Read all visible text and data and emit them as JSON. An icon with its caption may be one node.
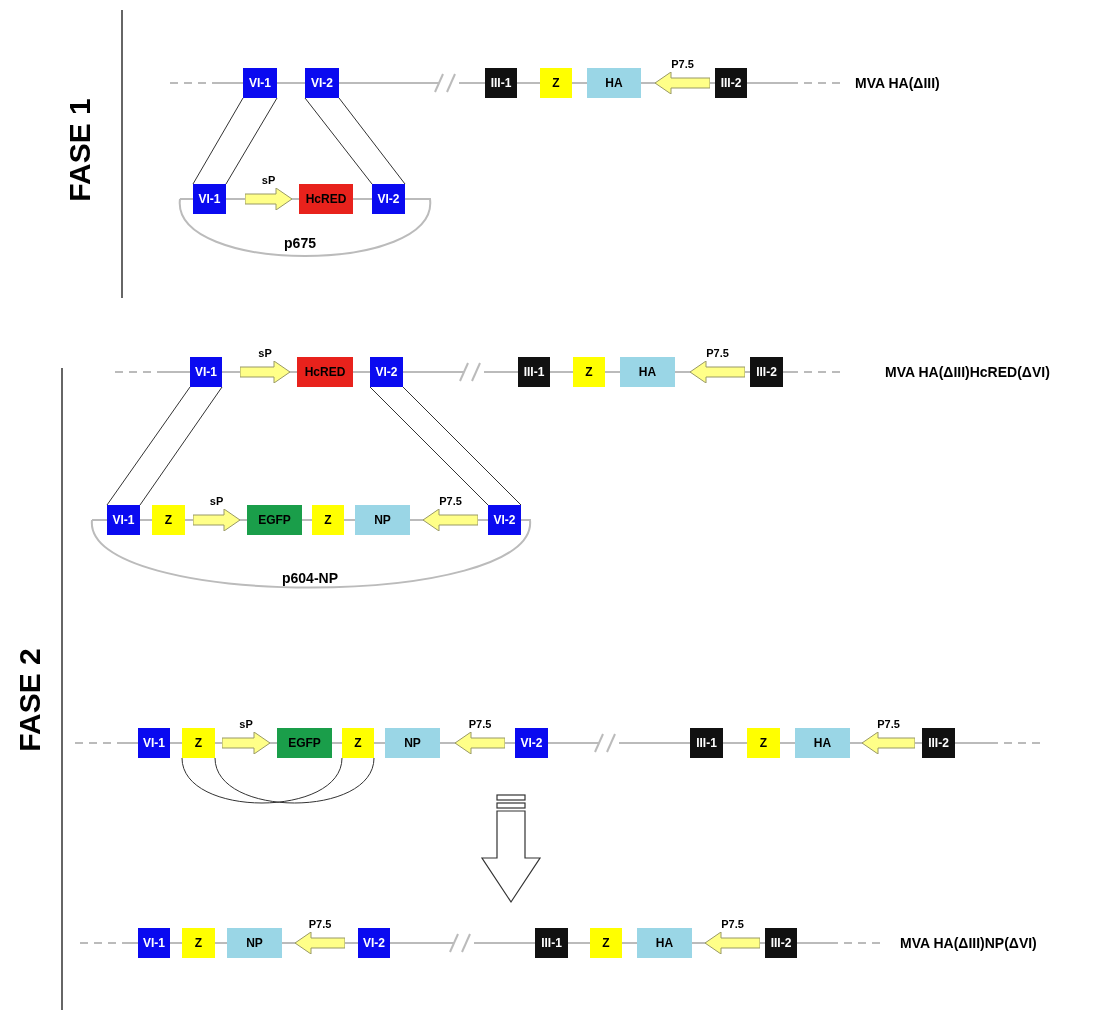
{
  "diagram": {
    "nodes": [
      {
        "text": [
          "VI-1"
        ]
      },
      {
        "text": [
          "VI-2"
        ]
      },
      {
        "text": [
          "III-1"
        ]
      },
      {
        "text": [
          "Z"
        ]
      },
      {
        "text": [
          "HA"
        ]
      },
      {
        "text": [],
        "shape": "arrow",
        "beside": [
          "P7.5"
        ]
      },
      {
        "text": [
          "III-2"
        ]
      },
      {
        "text": [
          "VI-1"
        ]
      },
      {
        "text": [],
        "shape": "arrow",
        "beside": [
          "sP"
        ]
      },
      {
        "text": [
          "HcRED"
        ]
      },
      {
        "text": [
          "VI-2"
        ]
      },
      {
        "text": [
          "VI-1"
        ]
      },
      {
        "text": [],
        "shape": "arrow",
        "beside": [
          "sP"
        ]
      },
      {
        "text": [
          "HcRED"
        ]
      },
      {
        "text": [
          "VI-2"
        ]
      },
      {
        "text": [
          "III-1"
        ]
      },
      {
        "text": [
          "Z"
        ]
      },
      {
        "text": [
          "HA"
        ]
      },
      {
        "text": [],
        "shape": "arrow",
        "beside": [
          "P7.5"
        ]
      },
      {
        "text": [
          "III-2"
        ]
      },
      {
        "text": [
          "VI-1"
        ]
      },
      {
        "text": [
          "Z"
        ]
      },
      {
        "text": [],
        "shape": "arrow",
        "beside": [
          "sP"
        ]
      },
      {
        "text": [
          "EGFP"
        ]
      },
      {
        "text": [
          "Z"
        ]
      },
      {
        "text": [
          "NP"
        ]
      },
      {
        "text": [],
        "shape": "arrow",
        "beside": [
          "P7.5"
        ]
      },
      {
        "text": [
          "VI-2"
        ]
      },
      {
        "text": [
          "VI-1"
        ]
      },
      {
        "text": [
          "Z"
        ]
      },
      {
        "text": [],
        "shape": "arrow",
        "beside": [
          "sP"
        ]
      },
      {
        "text": [
          "EGFP"
        ]
      },
      {
        "text": [
          "Z"
        ]
      },
      {
        "text": [
          "NP"
        ]
      },
      {
        "text": [],
        "shape": "arrow",
        "beside": [
          "P7.5"
        ]
      },
      {
        "text": [
          "VI-2"
        ]
      },
      {
        "text": [
          "III-1"
        ]
      },
      {
        "text": [
          "Z"
        ]
      },
      {
        "text": [
          "HA"
        ]
      },
      {
        "text": [],
        "shape": "arrow",
        "beside": [
          "P7.5"
        ]
      },
      {
        "text": [
          "III-2"
        ]
      },
      {
        "text": [
          "VI-1"
        ]
      },
      {
        "text": [
          "Z"
        ]
      },
      {
        "text": [
          "NP"
        ]
      },
      {
        "text": [],
        "shape": "arrow",
        "beside": [
          "P7.5"
        ]
      },
      {
        "text": [
          "VI-2"
        ]
      },
      {
        "text": [
          "III-1"
        ]
      },
      {
        "text": [
          "Z"
        ]
      },
      {
        "text": [
          "HA"
        ]
      },
      {
        "text": [],
        "shape": "arrow",
        "beside": [
          "P7.5"
        ]
      },
      {
        "text": [
          "III-2"
        ]
      }
    ],
    "edges": [
      {
        "from": 0,
        "to": 7,
        "arrow": "none"
      },
      {
        "from": 0,
        "to": 7,
        "arrow": "none"
      },
      {
        "from": 1,
        "to": 10,
        "arrow": "none"
      },
      {
        "from": 1,
        "to": 10,
        "arrow": "none"
      },
      {
        "from": 11,
        "to": 20,
        "arrow": "none"
      },
      {
        "from": 11,
        "to": 20,
        "arrow": "none"
      },
      {
        "from": 14,
        "to": 27,
        "arrow": "none"
      },
      {
        "from": 14,
        "to": 27,
        "arrow": "none"
      },
      {
        "from": 29,
        "to": 32,
        "arrow": "none"
      },
      {
        "from": 29,
        "to": 32,
        "arrow": "none"
      }
    ],
    "labels": [
      "FASE 1",
      "MVA HA(ΔIII)",
      "p675",
      "FASE 2",
      "MVA HA(ΔIII)HcRED(ΔVI)",
      "p604-NP",
      "MVA HA(ΔIII)NP(ΔVI)"
    ]
  }
}
